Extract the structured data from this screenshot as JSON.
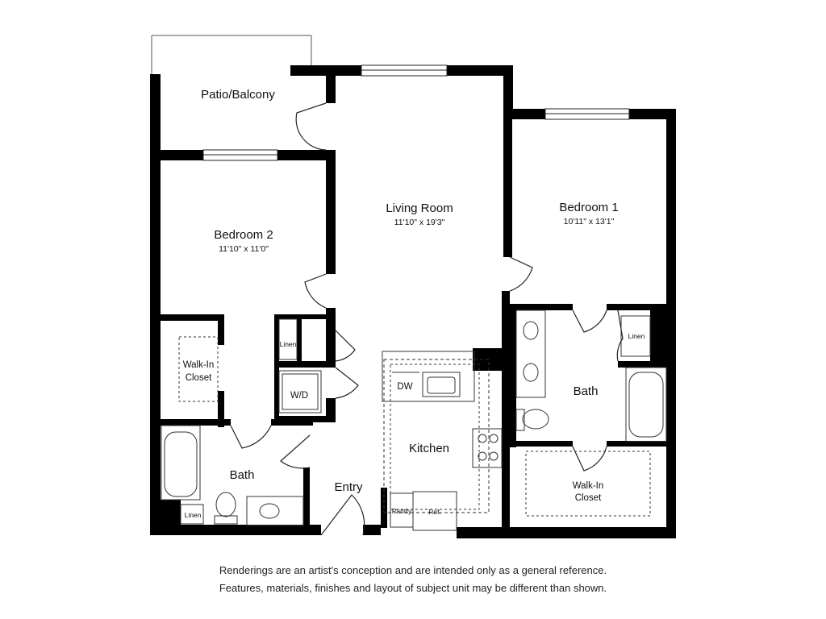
{
  "rooms": {
    "patio": "Patio/Balcony",
    "living": "Living Room",
    "living_dim": "11'10\" x 19'3\"",
    "bedroom1": "Bedroom 1",
    "bedroom1_dim": "10'11\" x 13'1\"",
    "bedroom2": "Bedroom 2",
    "bedroom2_dim": "11'10\" x 11'0\"",
    "walkin1_line1": "Walk-In",
    "walkin1_line2": "Closet",
    "walkin2_line1": "Walk-In",
    "walkin2_line2": "Closet",
    "bath1": "Bath",
    "bath2": "Bath",
    "kitchen": "Kitchen",
    "entry": "Entry"
  },
  "fixtures": {
    "linen1": "Linen",
    "linen2": "Linen",
    "linen3": "Linen",
    "wd": "W/D",
    "dw": "DW",
    "pantry": "Pantry",
    "ref": "Ref."
  },
  "disclaimer": {
    "line1": "Renderings are an artist's conception and are intended only as a general reference.",
    "line2": "Features, materials, finishes and layout of subject unit may be different than shown."
  }
}
